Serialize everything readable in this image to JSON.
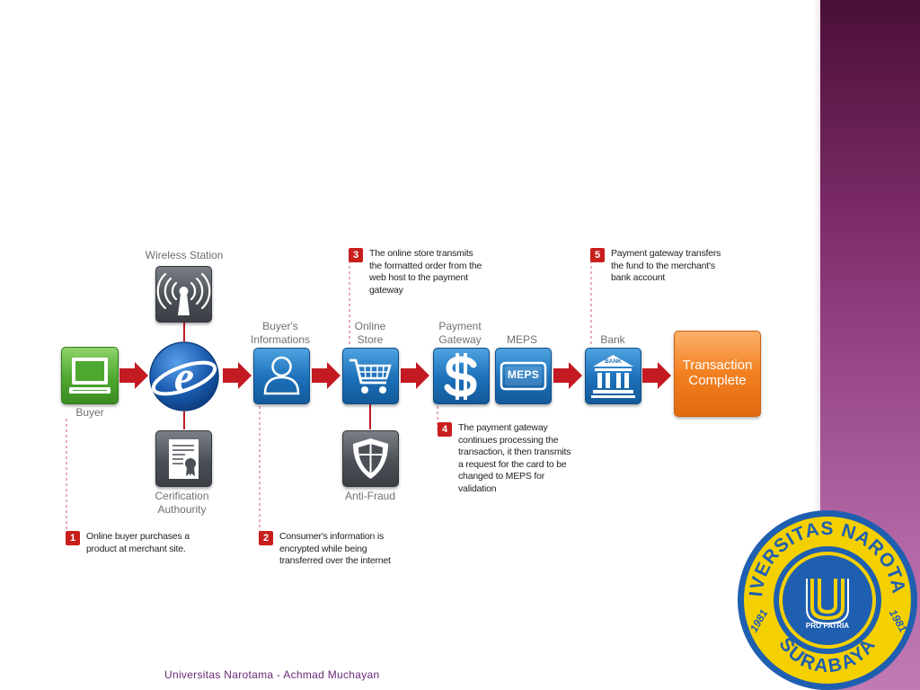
{
  "slide": {
    "footer": "Universitas Narotama - Achmad Muchayan"
  },
  "nodes": {
    "wireless": "Wireless Station",
    "buyer": "Buyer",
    "certification": [
      "Cerification",
      "Authourity"
    ],
    "buyers_info": [
      "Buyer's",
      "Informations"
    ],
    "online_store": [
      "Online",
      "Store"
    ],
    "anti_fraud": "Anti-Fraud",
    "payment_gateway": [
      "Payment",
      "Gateway"
    ],
    "meps": "MEPS",
    "meps_badge": "MEPS",
    "bank": "Bank",
    "bank_badge": "BANK",
    "transaction": [
      "Transaction",
      "Complete"
    ]
  },
  "steps": [
    {
      "num": "1",
      "lines": [
        "Online buyer purchases a",
        "product at merchant site."
      ]
    },
    {
      "num": "2",
      "lines": [
        "Consumer's information is",
        "encrypted while being",
        "transferred over the internet"
      ]
    },
    {
      "num": "3",
      "lines": [
        "The online store transmits",
        "the formatted order from the",
        "web host to the payment",
        "gateway"
      ]
    },
    {
      "num": "4",
      "lines": [
        "The payment gateway",
        "continues processing the",
        "transaction, it then transmits",
        "a request for the card to be",
        "changed to MEPS for",
        "validation"
      ]
    },
    {
      "num": "5",
      "lines": [
        "Payment gateway transfers",
        "the fund to the merchant's",
        "bank account"
      ]
    }
  ],
  "logo": {
    "top_text": "UNIVERSITAS NAROTAMA",
    "bottom_text": "SURABAYA",
    "motto": "PRO PATRIA",
    "year_left": "1981",
    "year_right": "1981"
  },
  "colors": {
    "accent_purple": "#7a2a66",
    "step_red": "#c81e1e",
    "tile_blue": "#1c6fb8",
    "tile_gray": "#4b5057",
    "tile_green": "#4ea82f",
    "complete_orange": "#f2801f",
    "arrow_red": "#c41a22",
    "logo_blue": "#1f5fb0",
    "logo_yellow": "#f5d000"
  }
}
